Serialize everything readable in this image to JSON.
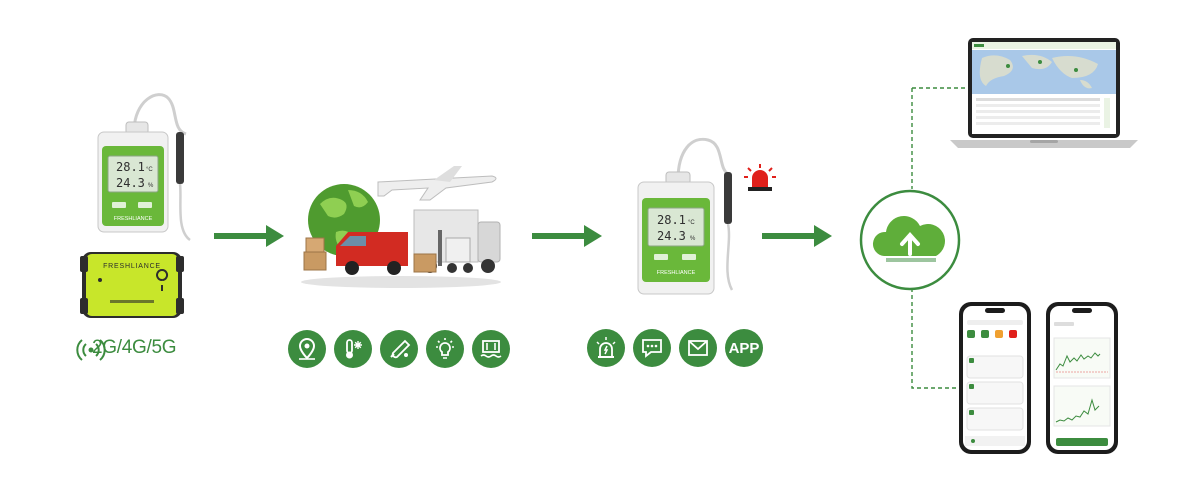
{
  "devices": {
    "logger_reading_1": "28.1",
    "logger_reading_2": "24.3",
    "logger_unit_1": "°C",
    "logger_unit_2": "%",
    "brand": "FRESHLIANCE"
  },
  "network_label": "2G/4G/5G",
  "app_icon_label": "APP",
  "colors": {
    "brand_green": "#3c8c3f",
    "device_green": "#6ab83a",
    "alarm_red": "#e0201b",
    "tag_yellow": "#c8e62a"
  },
  "icons_stage2": [
    "location-pin-icon",
    "thermometer-snow-icon",
    "probe-icon",
    "light-bulb-icon",
    "shock-icon"
  ],
  "icons_stage3": [
    "alarm-light-icon",
    "sms-chat-icon",
    "email-icon",
    "app-icon"
  ]
}
